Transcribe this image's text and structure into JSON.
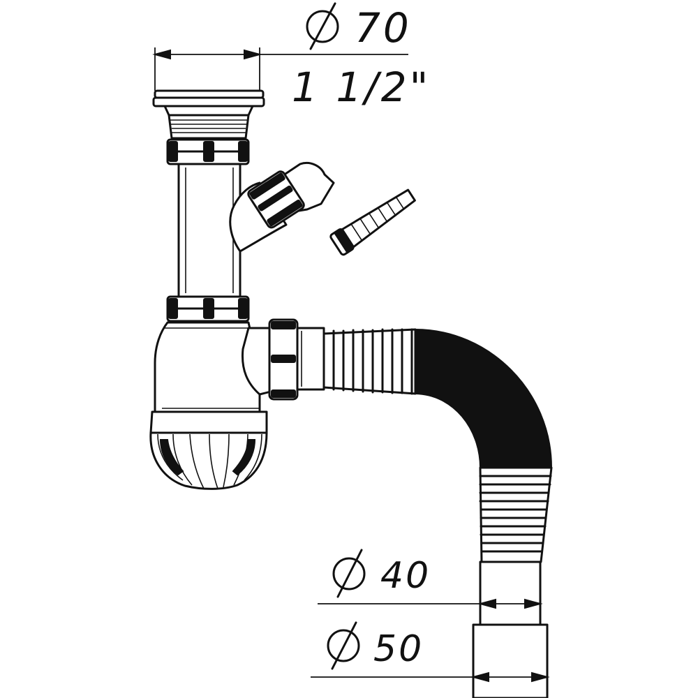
{
  "dimensions": {
    "top_diameter": "70",
    "top_thread": "1 1/2\"",
    "outlet_small_diameter": "40",
    "outlet_large_diameter": "50"
  },
  "colors": {
    "line": "#111111",
    "background": "#ffffff",
    "corrugated_hose": "#111111"
  },
  "icons": {
    "diameter_symbol": "diameter-icon"
  }
}
